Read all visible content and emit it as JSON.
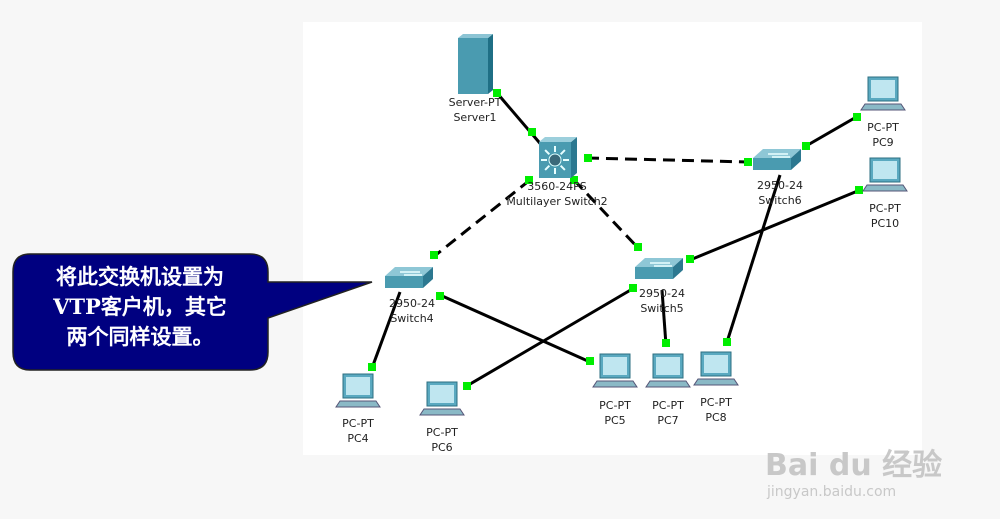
{
  "callout": {
    "lines": [
      "将此交换机设置为",
      "VTP客户机，其它",
      "两个同样设置。"
    ],
    "color": "#000080"
  },
  "devices": [
    {
      "id": "server1",
      "model": "Server-PT",
      "name": "Server1",
      "type": "server"
    },
    {
      "id": "mls2",
      "model": "3560-24PS",
      "name": "Multilayer Switch2",
      "type": "multilayer-switch"
    },
    {
      "id": "sw6",
      "model": "2950-24",
      "name": "Switch6",
      "type": "switch"
    },
    {
      "id": "sw4",
      "model": "2950-24",
      "name": "Switch4",
      "type": "switch"
    },
    {
      "id": "sw5",
      "model": "2950-24",
      "name": "Switch5",
      "type": "switch"
    },
    {
      "id": "pc9",
      "model": "PC-PT",
      "name": "PC9",
      "type": "pc"
    },
    {
      "id": "pc10",
      "model": "PC-PT",
      "name": "PC10",
      "type": "pc"
    },
    {
      "id": "pc4",
      "model": "PC-PT",
      "name": "PC4",
      "type": "pc"
    },
    {
      "id": "pc6",
      "model": "PC-PT",
      "name": "PC6",
      "type": "pc"
    },
    {
      "id": "pc5",
      "model": "PC-PT",
      "name": "PC5",
      "type": "pc"
    },
    {
      "id": "pc7",
      "model": "PC-PT",
      "name": "PC7",
      "type": "pc"
    },
    {
      "id": "pc8",
      "model": "PC-PT",
      "name": "PC8",
      "type": "pc"
    }
  ],
  "links": [
    {
      "from": "server1",
      "to": "mls2",
      "style": "solid"
    },
    {
      "from": "mls2",
      "to": "sw6",
      "style": "dashed"
    },
    {
      "from": "mls2",
      "to": "sw4",
      "style": "dashed"
    },
    {
      "from": "mls2",
      "to": "sw5",
      "style": "dashed"
    },
    {
      "from": "sw6",
      "to": "pc9",
      "style": "solid"
    },
    {
      "from": "sw6",
      "to": "pc8",
      "style": "solid"
    },
    {
      "from": "sw5",
      "to": "pc10",
      "style": "solid"
    },
    {
      "from": "sw5",
      "to": "pc6",
      "style": "solid"
    },
    {
      "from": "sw5",
      "to": "pc7",
      "style": "solid"
    },
    {
      "from": "sw4",
      "to": "pc4",
      "style": "solid"
    },
    {
      "from": "sw4",
      "to": "pc5",
      "style": "solid"
    }
  ],
  "colors": {
    "link_up": "#00ee00",
    "device": "#4a9bb0"
  },
  "watermark": {
    "brand": "Bai du 经验",
    "url": "jingyan.baidu.com"
  }
}
